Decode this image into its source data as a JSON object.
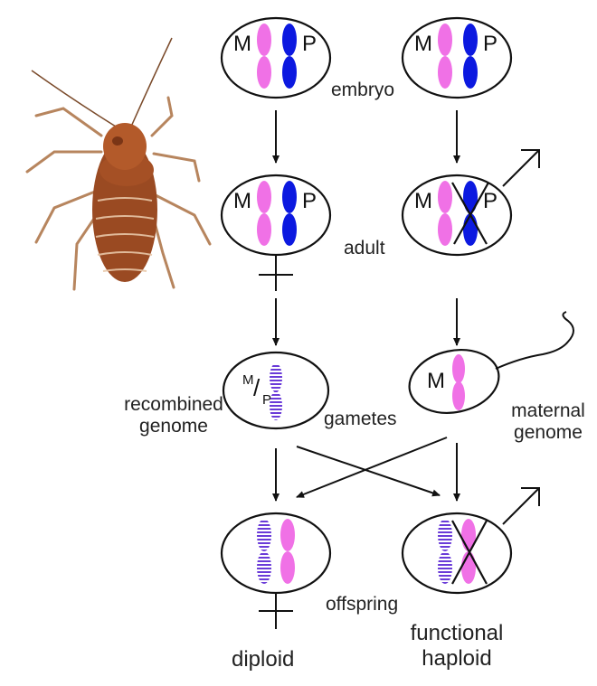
{
  "labels": {
    "embryo": "embryo",
    "adult": "adult",
    "gametes": "gametes",
    "offspring": "offspring",
    "recombined_line1": "recombined",
    "recombined_line2": "genome",
    "maternal_line1": "maternal",
    "maternal_line2": "genome",
    "functional": "functional",
    "haploid": "haploid",
    "diploid": "diploid"
  },
  "chromosome_letters": {
    "maternal": "M",
    "paternal": "P",
    "recombined_m": "M",
    "recombined_slash": "/",
    "recombined_p": "P"
  },
  "colors": {
    "maternal": "#f071e6",
    "paternal": "#0c19e0",
    "recombined": "#6a3bd8",
    "insect_body": "#9a4a22",
    "outline": "#111111"
  },
  "icons": {
    "female": "female-symbol-icon",
    "male": "male-symbol-icon",
    "insect": "insect-illustration",
    "sperm_tail": "sperm-tail-icon"
  }
}
